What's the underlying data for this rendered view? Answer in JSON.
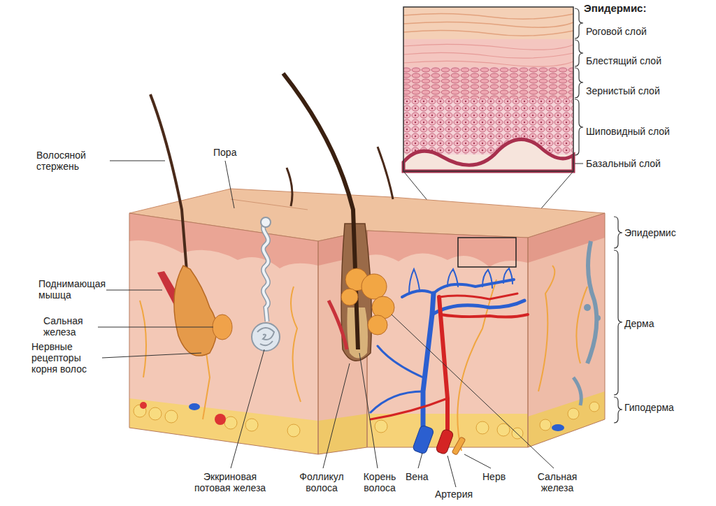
{
  "diagram": {
    "title": "Эпидермис:",
    "labels": [
      "Роговой слой",
      "Блестящий слой",
      "Зернистый слой",
      "Шиповидный слой",
      "Базальный слой",
      "Волосяной стержень",
      "Пора",
      "Эпидермис",
      "Поднимающая мышца",
      "Сальная железа",
      "Дерма",
      "Нервные рецепторы корня волос",
      "Гиподерма",
      "Эккриновая потовая железа",
      "Фолликул волоса",
      "Корень волоса",
      "Вена",
      "Нерв",
      "Сальная железа",
      "Артерия"
    ]
  }
}
